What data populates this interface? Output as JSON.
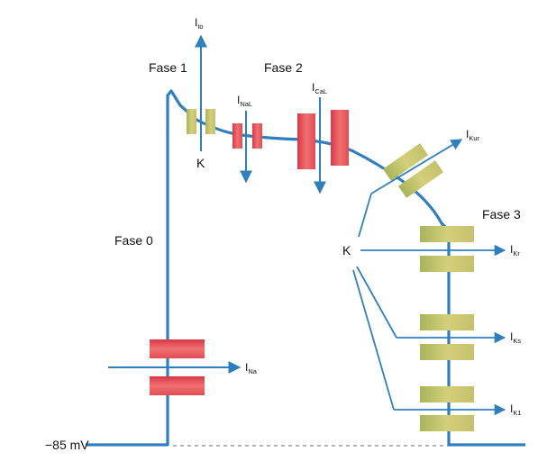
{
  "colors": {
    "line": "#2f7fbf",
    "k_channel": "#c9c670",
    "na_ca_channel": "#e04b55",
    "dashed": "#888888"
  },
  "labels": {
    "resting_potential": "−85 mV",
    "phase0": "Fase 0",
    "phase1": "Fase 1",
    "phase2": "Fase 2",
    "phase3": "Fase 3",
    "k_phase1": "K",
    "k_phase3": "K"
  },
  "currents": {
    "ito": {
      "main": "I",
      "sub": "to"
    },
    "inal": {
      "main": "I",
      "sub": "NaL"
    },
    "ical": {
      "main": "I",
      "sub": "CaL"
    },
    "ikur": {
      "main": "I",
      "sub": "Kur"
    },
    "ikr": {
      "main": "I",
      "sub": "Kr"
    },
    "iks": {
      "main": "I",
      "sub": "Ks"
    },
    "ik1": {
      "main": "I",
      "sub": "K1"
    },
    "ina": {
      "main": "I",
      "sub": "Na"
    }
  }
}
